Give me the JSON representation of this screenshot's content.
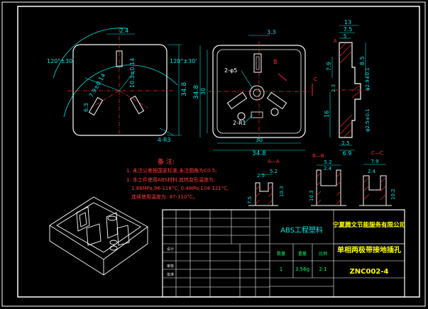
{
  "colors": {
    "background": "#000000",
    "frame": "#ffffff",
    "part": "#ffffff",
    "dimension": "#00e5e5",
    "center_line": "#ff2a2a",
    "hatch": "#ff2a2a",
    "notes": "#ff3b3b",
    "title_company": "#ffff00",
    "title_part": "#ffff00",
    "title_code": "#ffff00",
    "table_text": "#e6e6e6",
    "table_values": "#00ff66",
    "iso_view": "#ffffff"
  },
  "front_view": {
    "dims": {
      "slot_top_width": "2.4",
      "angle_left": "120°±30'",
      "angle_right": "120°±30'",
      "slot_left": "7.9±0.14",
      "slot_right": "10.3±0.14",
      "slot_mid_left": "6.3",
      "height_right": "34.8",
      "corner_radius": "4-R3"
    }
  },
  "middle_view": {
    "dims": {
      "top_width": "3.3",
      "left_height": "34.8",
      "inner_height": "30",
      "bottom_inner": "30",
      "bottom_outer": "34.8",
      "hole_label": "2-φ5",
      "radius_label": "2-R1",
      "section_b": "B",
      "section_c": "C"
    }
  },
  "side_view": {
    "dims": {
      "top": "13",
      "second": "7.5",
      "third": "5",
      "height_a": "7.9",
      "height_b": "8.5",
      "height_c": "16",
      "width_d": "2.3",
      "diameter_1": "φ2.9±0.1",
      "diameter_2": "φ2.5±0.1",
      "bottom_1": "2.5",
      "bottom_2": "6.9",
      "section_a": "A"
    }
  },
  "sections": [
    {
      "label": "A—A",
      "dims": [
        "5.2",
        "2.5",
        "7.5",
        "10.3"
      ]
    },
    {
      "label": "B—B",
      "dims": [
        "5.2",
        "2.4",
        "10.3"
      ]
    },
    {
      "label": "C—C",
      "dims": [
        "7.9",
        "2.4",
        "10.2"
      ]
    }
  ],
  "notes": {
    "title": "备 注:",
    "lines": [
      "1. 未注公差按国家标准,未注圆角为C0.5;",
      "1. 本工件使用ABS材料,其热变形温度为:",
      "1.86MPa,96-118°C; 0.4MPa,104-121°C,",
      "连续使用温度为: 87-110°C。"
    ]
  },
  "title_block": {
    "material": "ABS工程塑料",
    "company": "宁夏腾文节能服务有限公司",
    "part_name": "单相两极带接地插孔",
    "drawing_code": "ZNC002-4",
    "headers": [
      "数量",
      "重量",
      "比例"
    ],
    "values": [
      "1",
      "3.56g",
      "2:1"
    ],
    "small_labels": [
      "设计",
      "审核",
      "批准"
    ]
  }
}
